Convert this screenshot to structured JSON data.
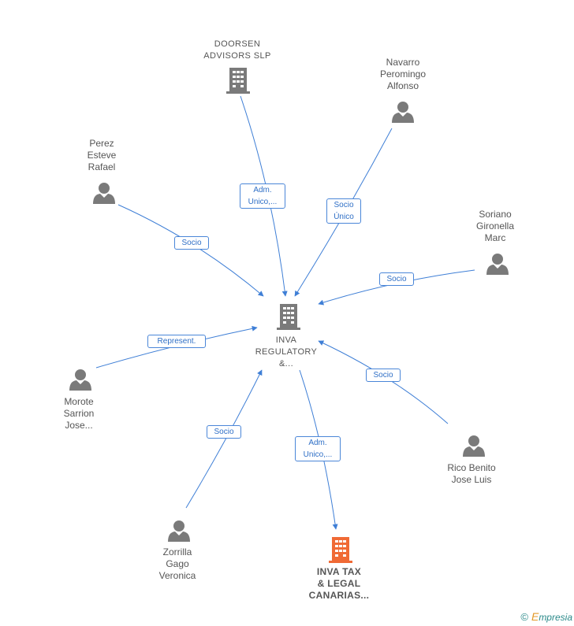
{
  "colors": {
    "edge": "#3f7fd6",
    "person": "#7a7a7a",
    "company": "#7a7a7a",
    "highlight": "#f06a35"
  },
  "nodes": {
    "center": {
      "label": "INVA\nREGULATORY\n&...",
      "icon": "building-icon"
    },
    "doorsen": {
      "label": "DOORSEN\nADVISORS  SLP",
      "icon": "building-icon"
    },
    "navarro": {
      "label": "Navarro\nPeromingo\nAlfonso",
      "icon": "person-icon"
    },
    "perez": {
      "label": "Perez\nEsteve\nRafael",
      "icon": "person-icon"
    },
    "soriano": {
      "label": "Soriano\nGironella\nMarc",
      "icon": "person-icon"
    },
    "morote": {
      "label": "Morote\nSarrion\nJose...",
      "icon": "person-icon"
    },
    "rico": {
      "label": "Rico Benito\nJose Luis",
      "icon": "person-icon"
    },
    "zorrilla": {
      "label": "Zorrilla\nGago\nVeronica",
      "icon": "person-icon"
    },
    "invatax": {
      "label": "INVA TAX\n& LEGAL\nCANARIAS...",
      "icon": "building-icon"
    }
  },
  "edges": {
    "doorsen": "Adm.\nUnico,...",
    "navarro": "Socio\nÚnico",
    "perez": "Socio",
    "soriano": "Socio",
    "morote": "Represent.",
    "rico": "Socio",
    "zorrilla": "Socio",
    "invatax": "Adm.\nUnico,..."
  },
  "brand": {
    "copyright": "©",
    "name_initial": "E",
    "name_rest": "mpresia"
  }
}
